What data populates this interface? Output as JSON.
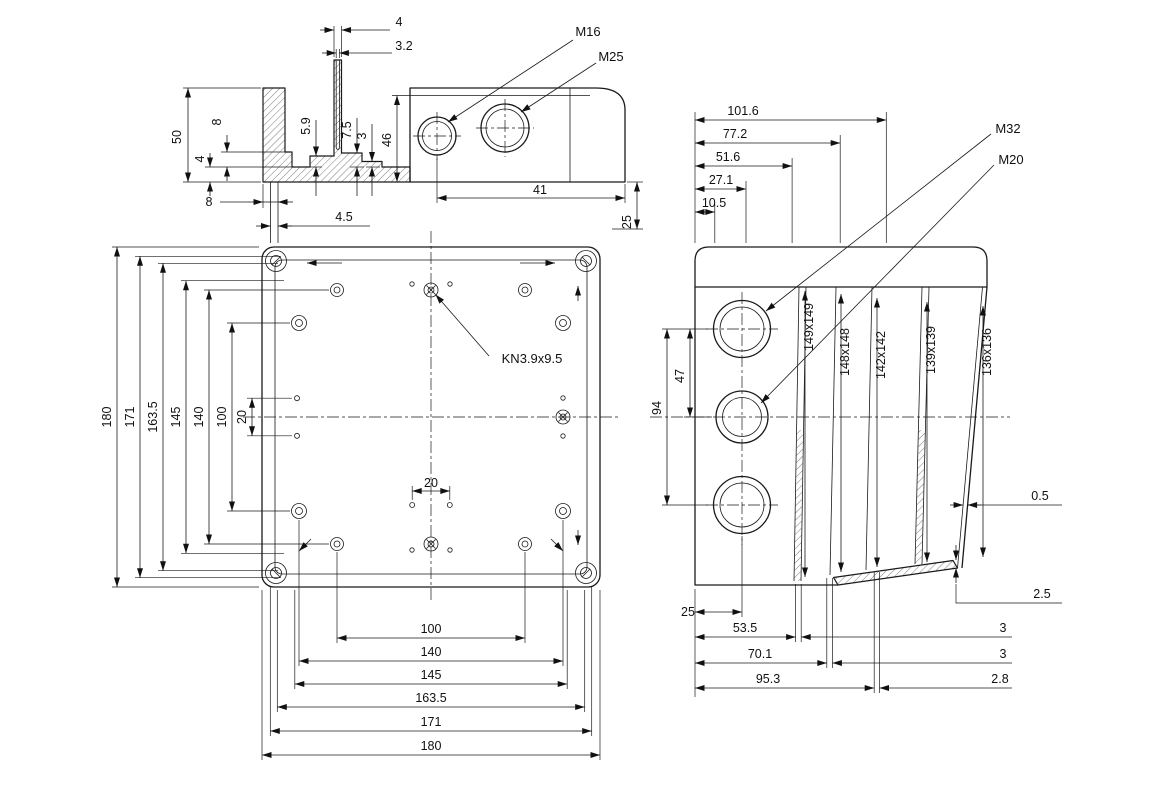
{
  "section_view": {
    "dim_wall_width": "4",
    "dim_slot_width": "3.2",
    "label_m16": "M16",
    "label_m25": "M25",
    "dim_height_50": "50",
    "dim_8_upper": "8",
    "dim_4_flange": "4",
    "dim_8_wall": "8",
    "dim_4_5": "4.5",
    "dim_5_9": "5.9",
    "dim_7_5": "7.5",
    "dim_3": "3",
    "dim_46": "46",
    "dim_41": "41",
    "dim_25": "25"
  },
  "plan_view": {
    "dims_left": [
      "180",
      "171",
      "163.5",
      "145",
      "140",
      "100",
      "20"
    ],
    "dims_bottom": [
      "100",
      "140",
      "145",
      "163.5",
      "171",
      "180"
    ],
    "dim_hole_pair": "20",
    "label_knockout": "KN3.9x9.5"
  },
  "side_view": {
    "dims_top": [
      "101.6",
      "77.2",
      "51.6",
      "27.1",
      "10.5"
    ],
    "label_m32": "M32",
    "label_m20": "M20",
    "dims_square": [
      "149x149",
      "148x148",
      "142x142",
      "139x139",
      "136x136"
    ],
    "dim_94": "94",
    "dim_47": "47",
    "dim_25": "25",
    "dims_bottom": [
      "53.5",
      "70.1",
      "95.3"
    ],
    "dim_step_1": "3",
    "dim_step_2": "3",
    "dim_step_3": "2.8",
    "dim_0_5": "0.5",
    "dim_2_5": "2.5"
  }
}
